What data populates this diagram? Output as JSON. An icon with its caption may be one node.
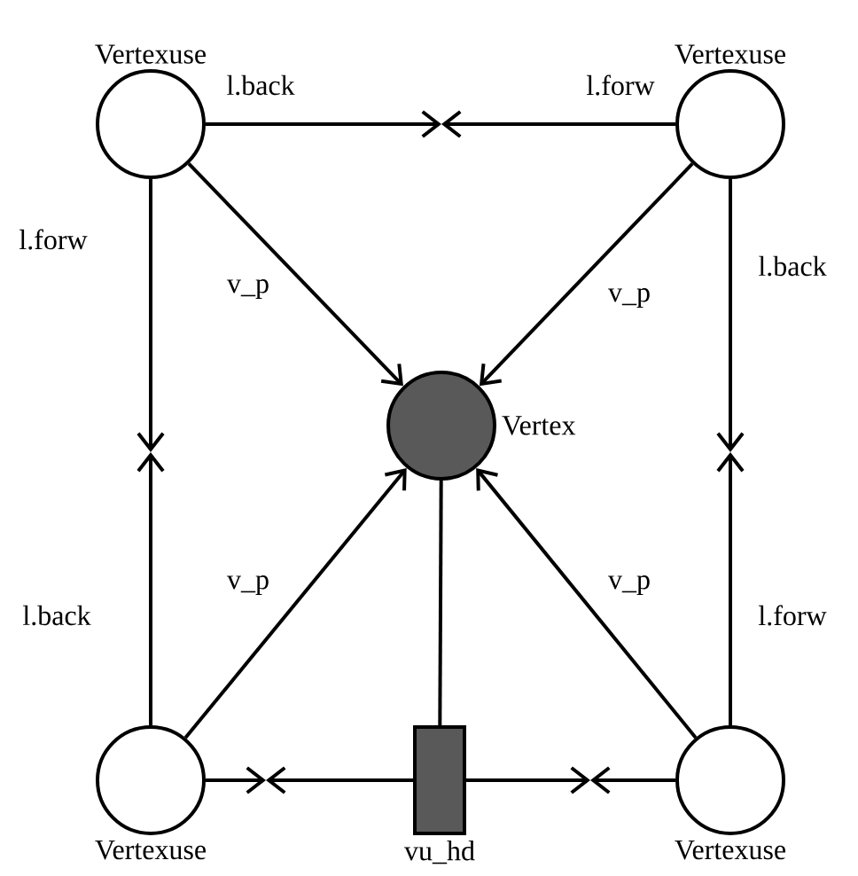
{
  "diagram": {
    "nodes": [
      {
        "text": [
          "Vertexuse"
        ]
      },
      {
        "text": [
          "Vertexuse"
        ]
      },
      {
        "text": [
          "Vertex"
        ]
      },
      {
        "text": [
          "Vertexuse"
        ]
      },
      {
        "text": [
          "vu_hd"
        ]
      },
      {
        "text": [
          "Vertexuse"
        ]
      }
    ],
    "edges": [
      {
        "from": 0,
        "to": null,
        "arrow": "to",
        "label": "l.back"
      },
      {
        "from": 1,
        "to": null,
        "arrow": "to",
        "label": "l.forw"
      },
      {
        "from": 0,
        "to": null,
        "arrow": "to",
        "label": "l.forw"
      },
      {
        "from": 3,
        "to": null,
        "arrow": "to",
        "label": "l.back"
      },
      {
        "from": 1,
        "to": null,
        "arrow": "to",
        "label": "l.back"
      },
      {
        "from": 5,
        "to": null,
        "arrow": "to",
        "label": "l.forw"
      },
      {
        "from": 3,
        "to": null,
        "arrow": "to"
      },
      {
        "from": 4,
        "to": null,
        "arrow": "to"
      },
      {
        "from": 5,
        "to": null,
        "arrow": "to"
      },
      {
        "from": 4,
        "to": null,
        "arrow": "to"
      },
      {
        "from": 0,
        "to": 2,
        "arrow": "to",
        "label": "v_p"
      },
      {
        "from": 1,
        "to": 2,
        "arrow": "to",
        "label": "v_p"
      },
      {
        "from": 3,
        "to": 2,
        "arrow": "to",
        "label": "v_p"
      },
      {
        "from": 5,
        "to": 2,
        "arrow": "to",
        "label": "v_p"
      },
      {
        "from": 4,
        "to": 2,
        "arrow": "none"
      }
    ]
  }
}
